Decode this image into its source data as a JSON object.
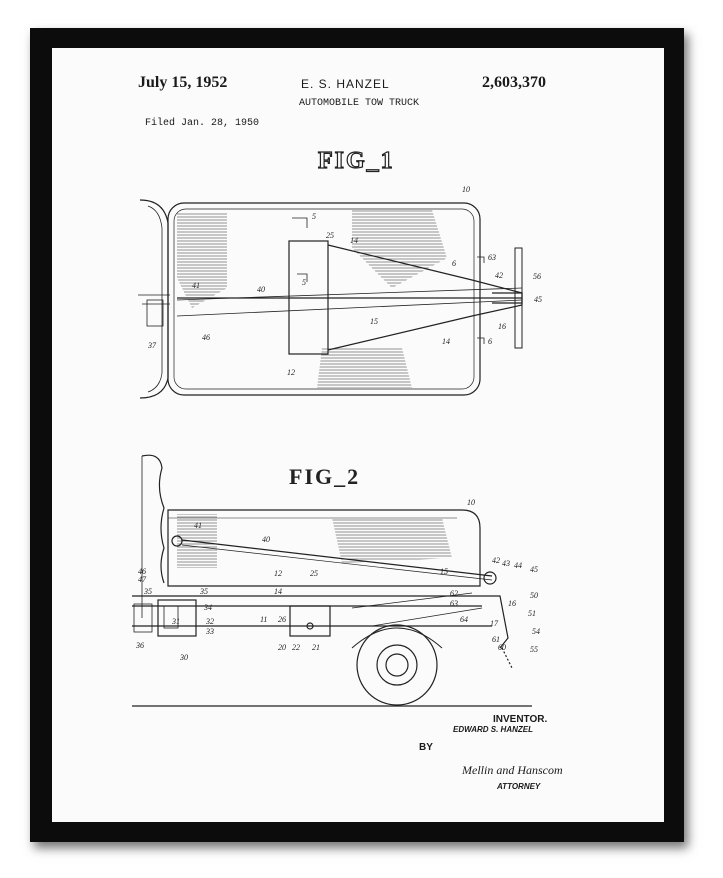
{
  "header": {
    "date": "July 15, 1952",
    "inventor_name": "E. S. HANZEL",
    "patent_number": "2,603,370",
    "title": "AUTOMOBILE TOW TRUCK",
    "filed": "Filed Jan. 28, 1950"
  },
  "figures": {
    "fig1_label": "FIG_1",
    "fig2_label": "FIG_2"
  },
  "fig1_refs": [
    "10",
    "5",
    "5",
    "25",
    "14",
    "6",
    "63",
    "42",
    "56",
    "45",
    "16",
    "6",
    "14",
    "41",
    "40",
    "15",
    "37",
    "46",
    "12"
  ],
  "fig2_refs": [
    "10",
    "41",
    "40",
    "42",
    "43",
    "44",
    "45",
    "46",
    "47",
    "12",
    "25",
    "15",
    "50",
    "35",
    "35",
    "14",
    "62",
    "63",
    "16",
    "34",
    "11",
    "26",
    "64",
    "17",
    "51",
    "31",
    "32",
    "33",
    "54",
    "36",
    "20",
    "22",
    "21",
    "61",
    "60",
    "55",
    "30"
  ],
  "footer": {
    "inventor_label": "INVENTOR.",
    "inventor_full": "EDWARD S. HANZEL",
    "by": "BY",
    "signature": "Mellin and Hanscom",
    "attorney": "ATTORNEY"
  },
  "colors": {
    "frame": "#0c0c0c",
    "paper": "#fbfbfb",
    "ink": "#1a1a1a"
  }
}
